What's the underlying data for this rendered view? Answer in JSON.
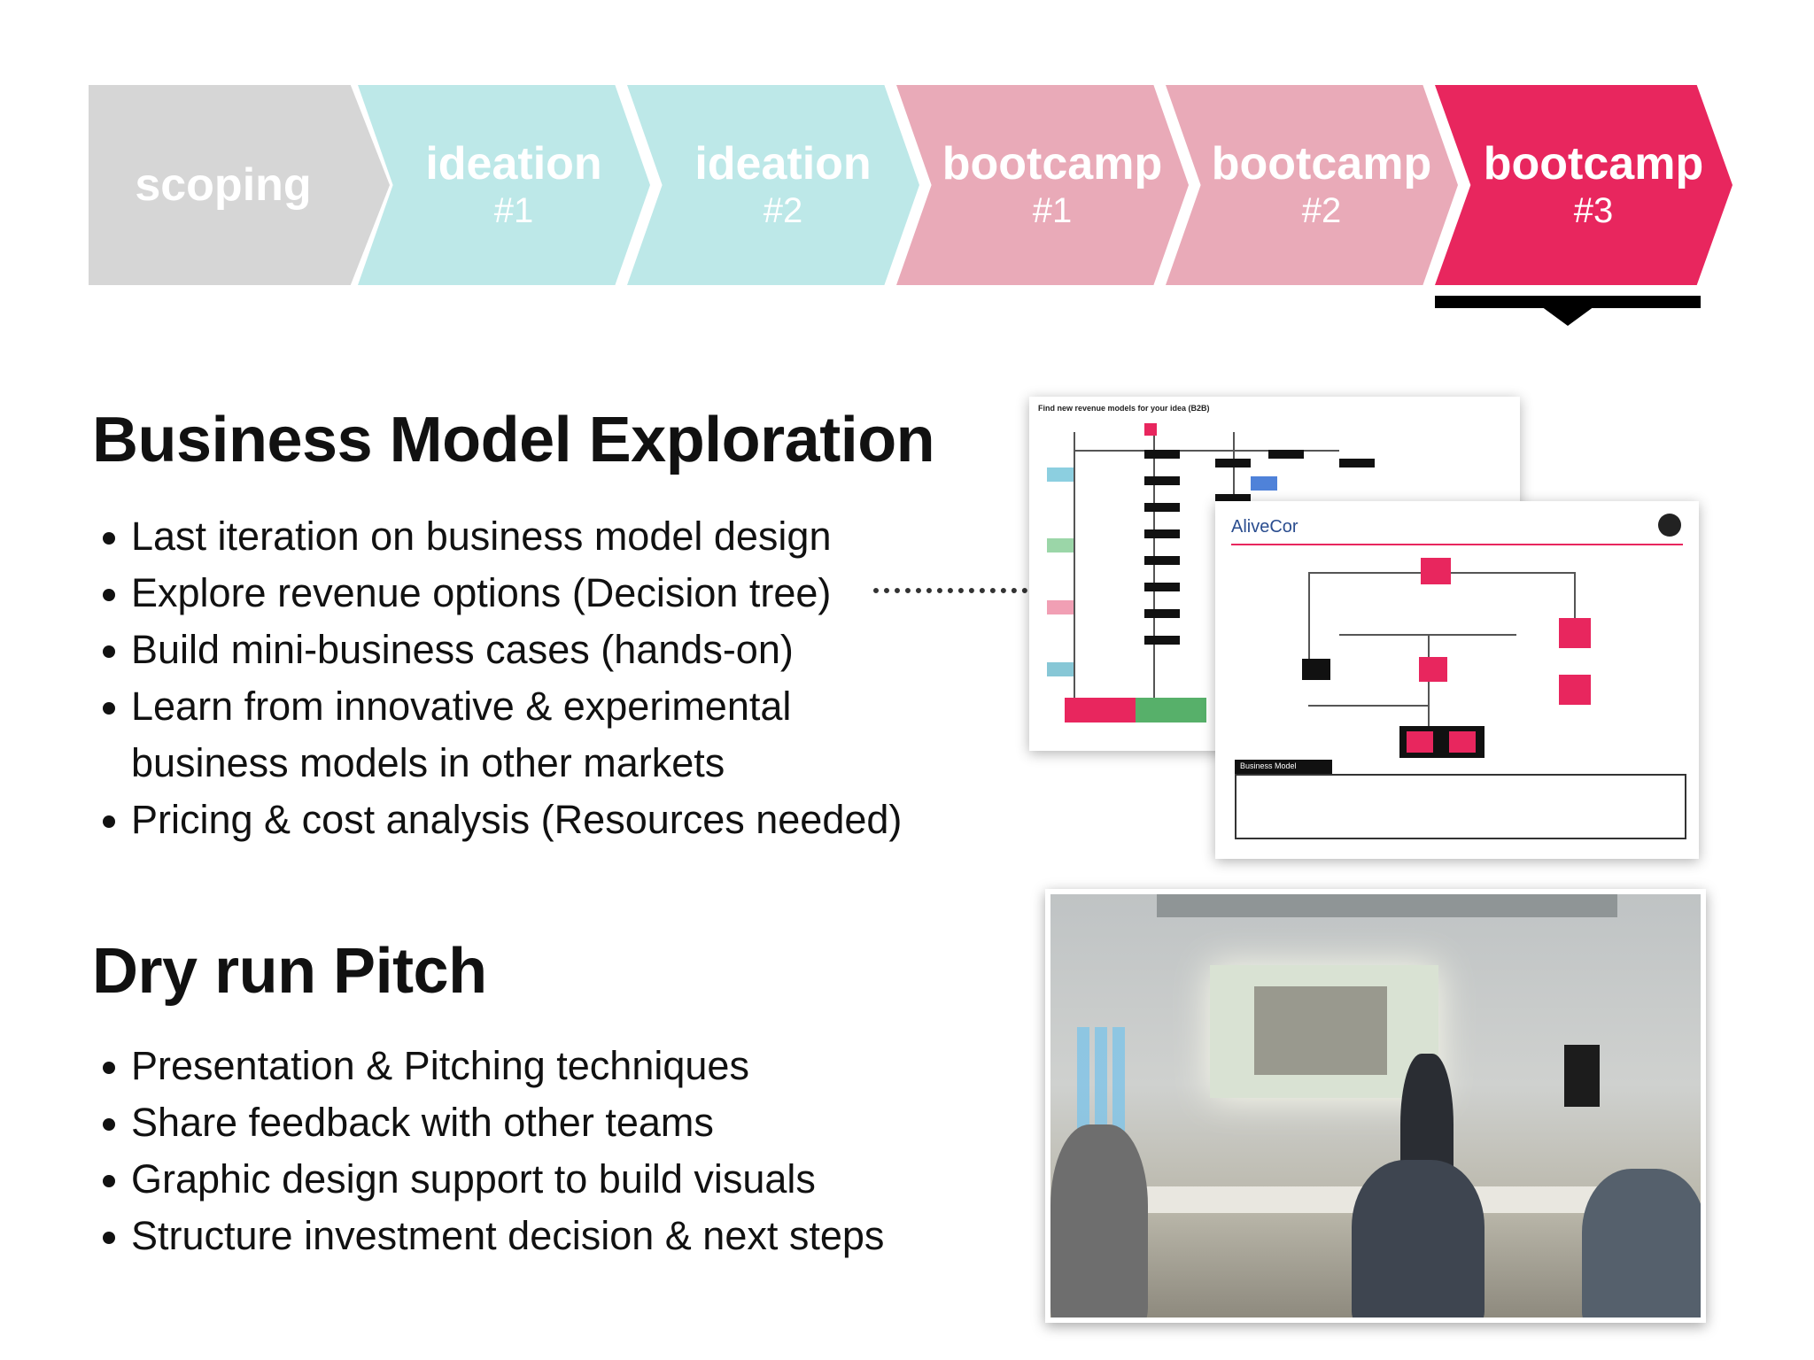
{
  "process": {
    "steps": [
      {
        "name": "scoping",
        "num": "",
        "color": "#d6d6d6"
      },
      {
        "name": "ideation",
        "num": "#1",
        "color": "#bde8e8"
      },
      {
        "name": "ideation",
        "num": "#2",
        "color": "#bde8e8"
      },
      {
        "name": "bootcamp",
        "num": "#1",
        "color": "#e9aab8"
      },
      {
        "name": "bootcamp",
        "num": "#2",
        "color": "#e9aab8"
      },
      {
        "name": "bootcamp",
        "num": "#3",
        "color": "#e8265e"
      }
    ],
    "active_index": 5
  },
  "business_model": {
    "title": "Business Model Exploration",
    "bullets": [
      "Last iteration on business model design",
      "Explore revenue options (Decision tree)",
      "Build mini-business cases (hands-on)",
      "Learn from innovative & experimental business models in other markets",
      "Pricing & cost analysis (Resources needed)"
    ]
  },
  "dry_run": {
    "title": "Dry run Pitch",
    "bullets": [
      "Presentation & Pitching techniques",
      "Share feedback with other teams",
      "Graphic design support to build visuals",
      "Structure investment decision & next steps"
    ]
  },
  "diagram": {
    "back_title": "Find new revenue models for your idea (B2B)",
    "front_logo": "AliveCor",
    "table_label": "Business Model"
  }
}
